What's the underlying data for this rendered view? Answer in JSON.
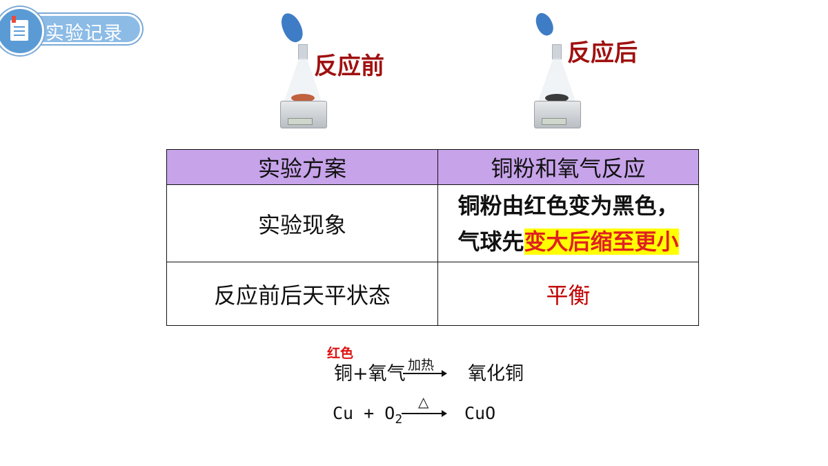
{
  "header": {
    "title": "实验记录"
  },
  "labels": {
    "before": "反应前",
    "after": "反应后"
  },
  "table": {
    "header": [
      "实验方案",
      "铜粉和氧气反应"
    ],
    "rows": [
      {
        "label": "实验现象",
        "line1": "铜粉由红色变为黑色，",
        "line2_plain": "气球先",
        "line2_highlight": "变大后缩至更小"
      },
      {
        "label": "反应前后天平状态",
        "value": "平衡"
      }
    ]
  },
  "equation_words": {
    "note": "红色",
    "reactant1": "铜",
    "plus": "+",
    "reactant2": "氧气",
    "condition": "加热",
    "product": "氧化铜"
  },
  "equation_symbols": {
    "reactant1": "Cu",
    "plus": "+",
    "reactant2": "O",
    "subscript": "2",
    "condition": "△",
    "product": "CuO"
  },
  "colors": {
    "header_row": "#c7a3ea",
    "highlight": "#ffff00",
    "accent_red": "#c00000",
    "badge": "#8cbbe6"
  },
  "icons": [
    "document-icon",
    "balloon-icon",
    "flask-icon",
    "scale-icon"
  ]
}
